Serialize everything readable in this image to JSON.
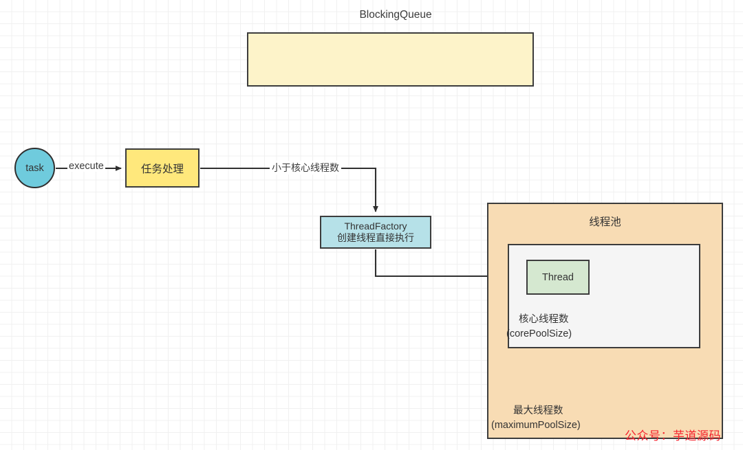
{
  "diagram": {
    "blocking_queue": {
      "title": "BlockingQueue"
    },
    "task": {
      "label": "task"
    },
    "task_process": {
      "label": "任务处理"
    },
    "thread_factory": {
      "line1": "ThreadFactory",
      "line2": "创建线程直接执行"
    },
    "thread_pool": {
      "title": "线程池",
      "core_pool": {
        "thread_label": "Thread",
        "label_cn": "核心线程数",
        "label_en": "(corePoolSize)"
      },
      "max_pool": {
        "label_cn": "最大线程数",
        "label_en": "(maximumPoolSize)"
      }
    },
    "edges": {
      "execute": "execute",
      "less_than_core": "小于核心线程数"
    },
    "watermark": {
      "text": "公众号：芋道源码"
    },
    "colors": {
      "blocking_queue_fill": "#fdf3c9",
      "task_fill": "#6fcbdd",
      "task_process_fill": "#ffe87c",
      "thread_factory_fill": "#b6e1e8",
      "thread_pool_fill": "#f8dcb4",
      "core_pool_fill": "#f5f5f5",
      "thread_fill": "#d5e8d0",
      "stroke": "#3c3c3c",
      "watermark": "#f5222d"
    }
  }
}
